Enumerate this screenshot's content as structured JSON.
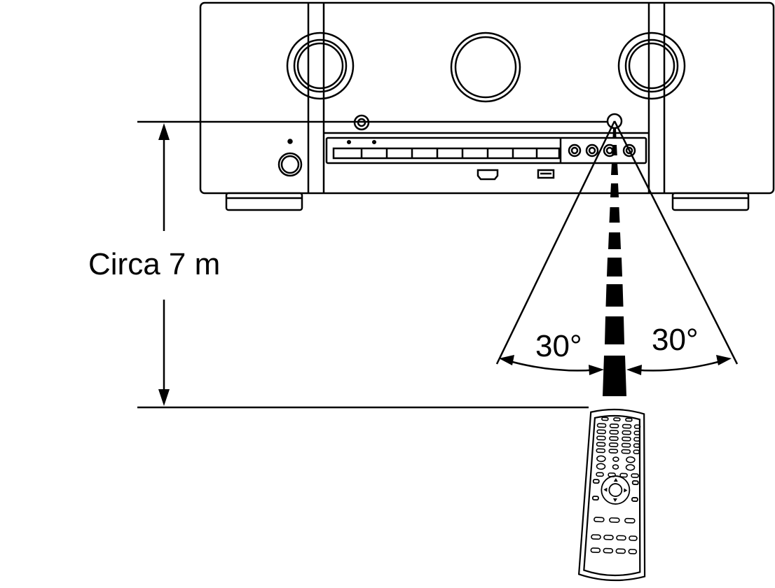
{
  "distance_label": "Circa 7 m",
  "angle_left_label": "30°",
  "angle_right_label": "30°",
  "colors": {
    "ink": "#000000",
    "paper": "#ffffff"
  },
  "icons": [
    "hdmi-port-icon",
    "usb-port-icon",
    "power-button-icon",
    "remote-control-icon",
    "ir-sensor-icon"
  ]
}
